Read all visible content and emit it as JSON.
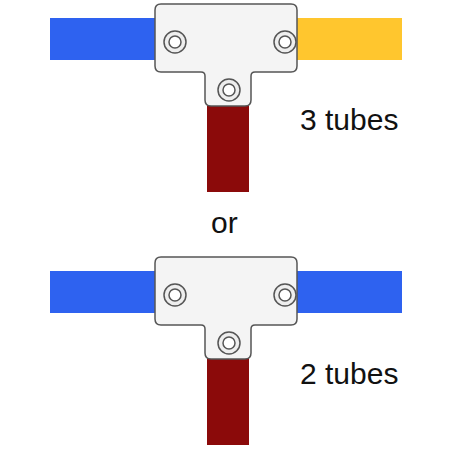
{
  "diagram": {
    "labels": [
      "3 tubes",
      "or",
      "2 tubes"
    ]
  }
}
